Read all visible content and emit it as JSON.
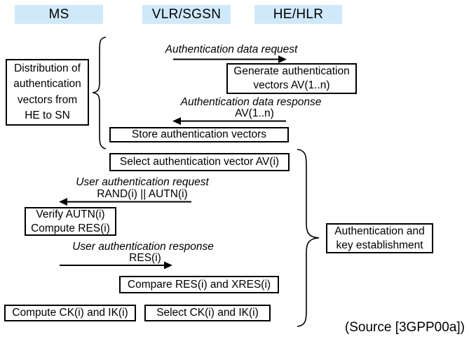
{
  "actors": [
    {
      "label": "MS"
    },
    {
      "label": "VLR/SGSN"
    },
    {
      "label": "HE/HLR"
    }
  ],
  "process_boxes": {
    "distribution": "Distribution of\nauthentication\nvectors from\nHE to SN",
    "generate_vectors": "Generate authentication\nvectors AV(1..n)",
    "store_vectors": "Store authentication vectors",
    "select_vector": "Select authentication vector AV(i)",
    "verify_compute": "Verify AUTN(i)\nCompute RES(i)",
    "compare_res": "Compare RES(i) and XRES(i)",
    "compute_keys": "Compute CK(i) and IK(i)",
    "select_keys": "Select CK(i) and IK(i)",
    "auth_key_establishment": "Authentication and\nkey establishment"
  },
  "messages": {
    "auth_data_request": {
      "label": "Authentication data request"
    },
    "auth_data_response": {
      "label": "Authentication data response",
      "sublabel": "AV(1..n)"
    },
    "user_auth_request": {
      "label": "User authentication request",
      "sublabel": "RAND(i) || AUTN(i)"
    },
    "user_auth_response": {
      "label": "User authentication response",
      "sublabel": "RES(i)"
    }
  },
  "source_note": "(Source [3GPP00a])",
  "colors": {
    "actor_fill": "#cfe9fa",
    "line": "#000000",
    "background": "#ffffff"
  }
}
